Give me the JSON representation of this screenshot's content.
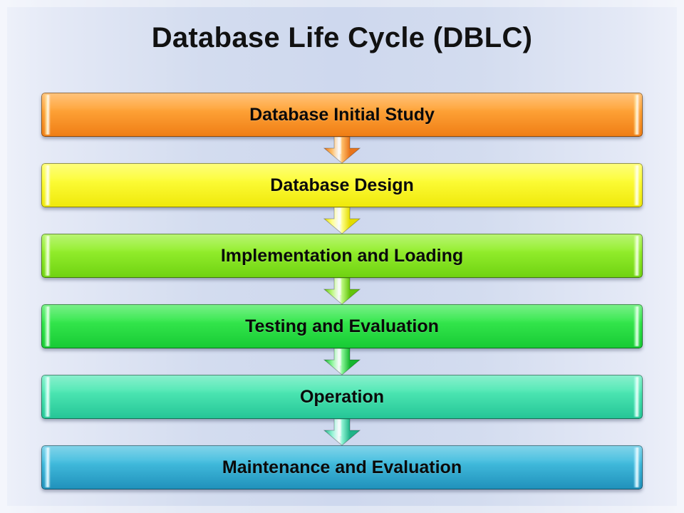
{
  "slide": {
    "title": "Database Life Cycle (DBLC)",
    "background": {
      "edge_color": "#eef1fa",
      "center_color": "#ced8ee"
    }
  },
  "diagram": {
    "type": "vertical-process-flow",
    "orientation": "top-to-bottom",
    "step_count": 6,
    "steps": [
      {
        "index": 1,
        "label": "Database Initial Study",
        "color_top": "#ffa53a",
        "color_bottom": "#ef7d14",
        "cap_color": "#ffe6a8",
        "arrow_top": "#ffbf6a",
        "arrow_bottom": "#e8741a",
        "has_arrow": true
      },
      {
        "index": 2,
        "label": "Database Design",
        "color_top": "#fdfd3a",
        "color_bottom": "#efe80a",
        "cap_color": "#ffffc4",
        "arrow_top": "#ffff8c",
        "arrow_bottom": "#e3dc00",
        "has_arrow": true
      },
      {
        "index": 3,
        "label": "Implementation and Loading",
        "color_top": "#95ef2e",
        "color_bottom": "#6fd211",
        "cap_color": "#ddffb0",
        "arrow_top": "#bcf97e",
        "arrow_bottom": "#63c40c",
        "has_arrow": true
      },
      {
        "index": 4,
        "label": "Testing and Evaluation",
        "color_top": "#36e84e",
        "color_bottom": "#17ca34",
        "cap_color": "#b6ffc0",
        "arrow_top": "#8bf79a",
        "arrow_bottom": "#15b62e",
        "has_arrow": true
      },
      {
        "index": 5,
        "label": "Operation",
        "color_top": "#4fe8b4",
        "color_bottom": "#24c596",
        "cap_color": "#bffff0",
        "arrow_top": "#90f4d4",
        "arrow_bottom": "#1fb388",
        "has_arrow": true
      },
      {
        "index": 6,
        "label": "Maintenance and Evaluation",
        "color_top": "#44bedf",
        "color_bottom": "#1f90ba",
        "cap_color": "#bcefff",
        "arrow_top": "#8bdcf2",
        "arrow_bottom": "#1b83ab",
        "has_arrow": false
      }
    ]
  }
}
